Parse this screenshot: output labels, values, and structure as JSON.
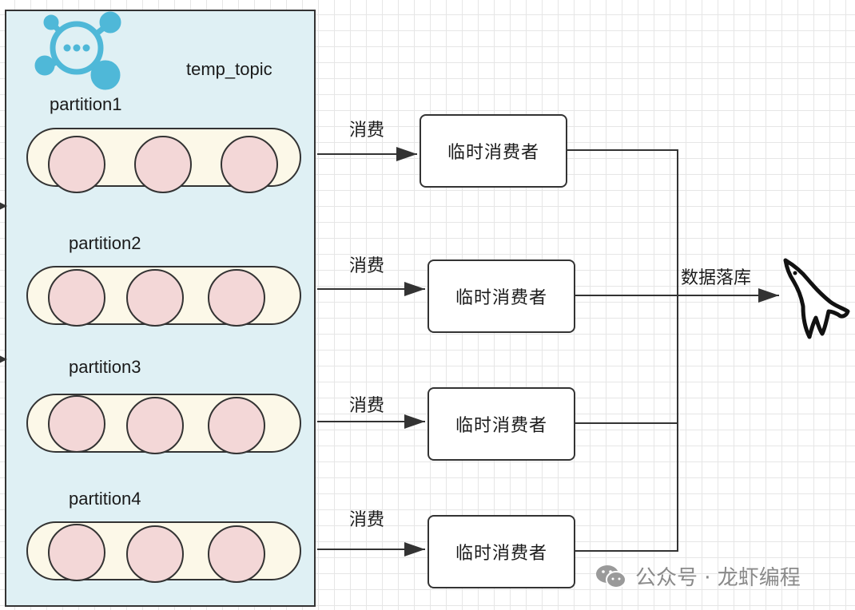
{
  "topic": {
    "name": "temp_topic",
    "icon": "message-hub-icon",
    "partitions": [
      {
        "label": "partition1"
      },
      {
        "label": "partition2"
      },
      {
        "label": "partition3"
      },
      {
        "label": "partition4"
      }
    ]
  },
  "consumers": [
    {
      "label": "临时消费者",
      "edge_label": "消费"
    },
    {
      "label": "临时消费者",
      "edge_label": "消费"
    },
    {
      "label": "临时消费者",
      "edge_label": "消费"
    },
    {
      "label": "临时消费者",
      "edge_label": "消费"
    }
  ],
  "sink": {
    "label": "数据落库",
    "icon": "mysql-dolphin-icon"
  },
  "watermark": {
    "icon": "wechat-icon",
    "text": "公众号 · 龙虾编程"
  }
}
